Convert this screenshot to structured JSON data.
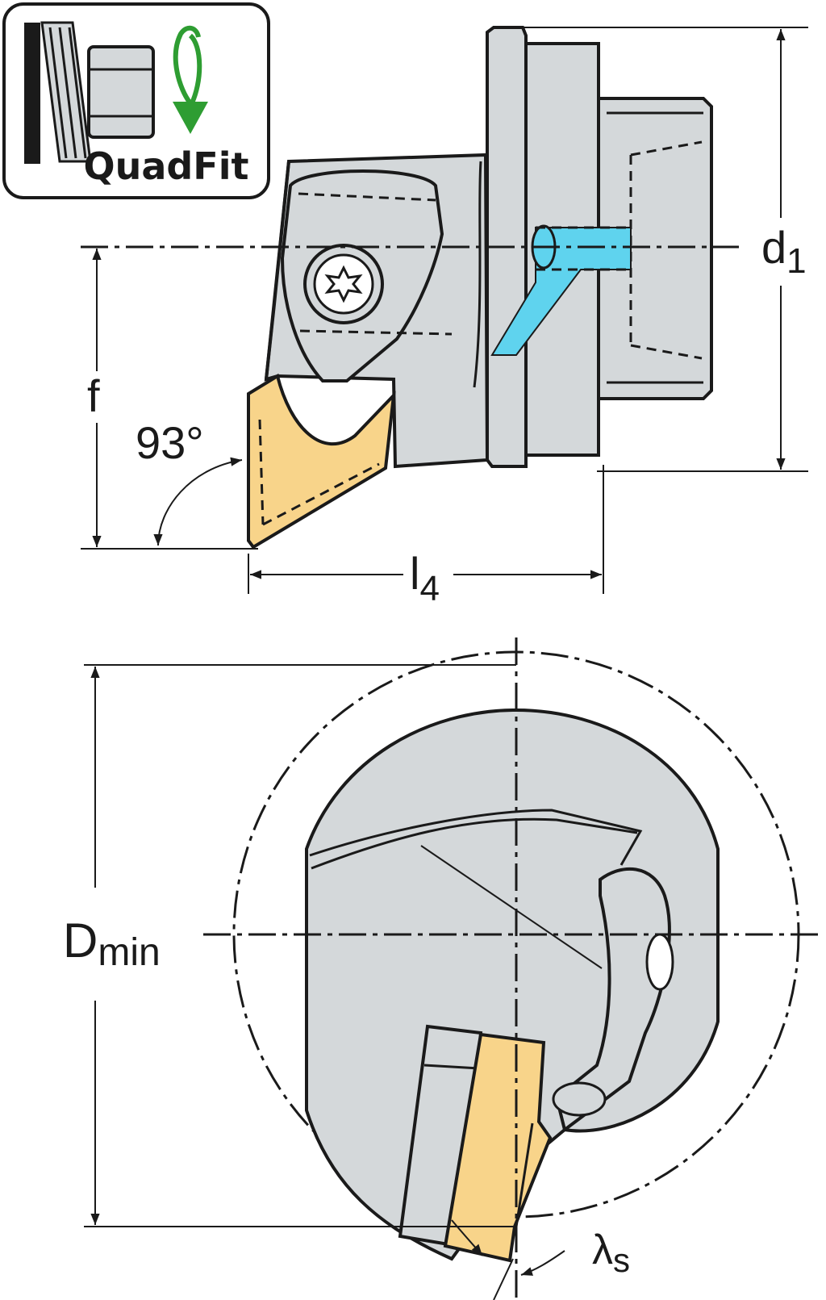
{
  "badge": {
    "label": "QuadFit",
    "icon": "quadfit-rotate-icon",
    "arrow_color": "#2e9d32"
  },
  "top_view": {
    "dimensions": {
      "d1": {
        "symbol": "d",
        "subscript": "1"
      },
      "f": {
        "symbol": "f"
      },
      "l4": {
        "symbol": "l",
        "subscript": "4"
      },
      "angle": {
        "value": "93°"
      }
    }
  },
  "front_view": {
    "dimensions": {
      "dmin": {
        "symbol": "D",
        "subscript": "min"
      },
      "lambda_s": {
        "symbol": "λ",
        "subscript": "s"
      }
    }
  },
  "colors": {
    "body": "#d4d8da",
    "insert": "#f8d48a",
    "coolant": "#5fd3ee",
    "outline": "#1a1a1a"
  }
}
